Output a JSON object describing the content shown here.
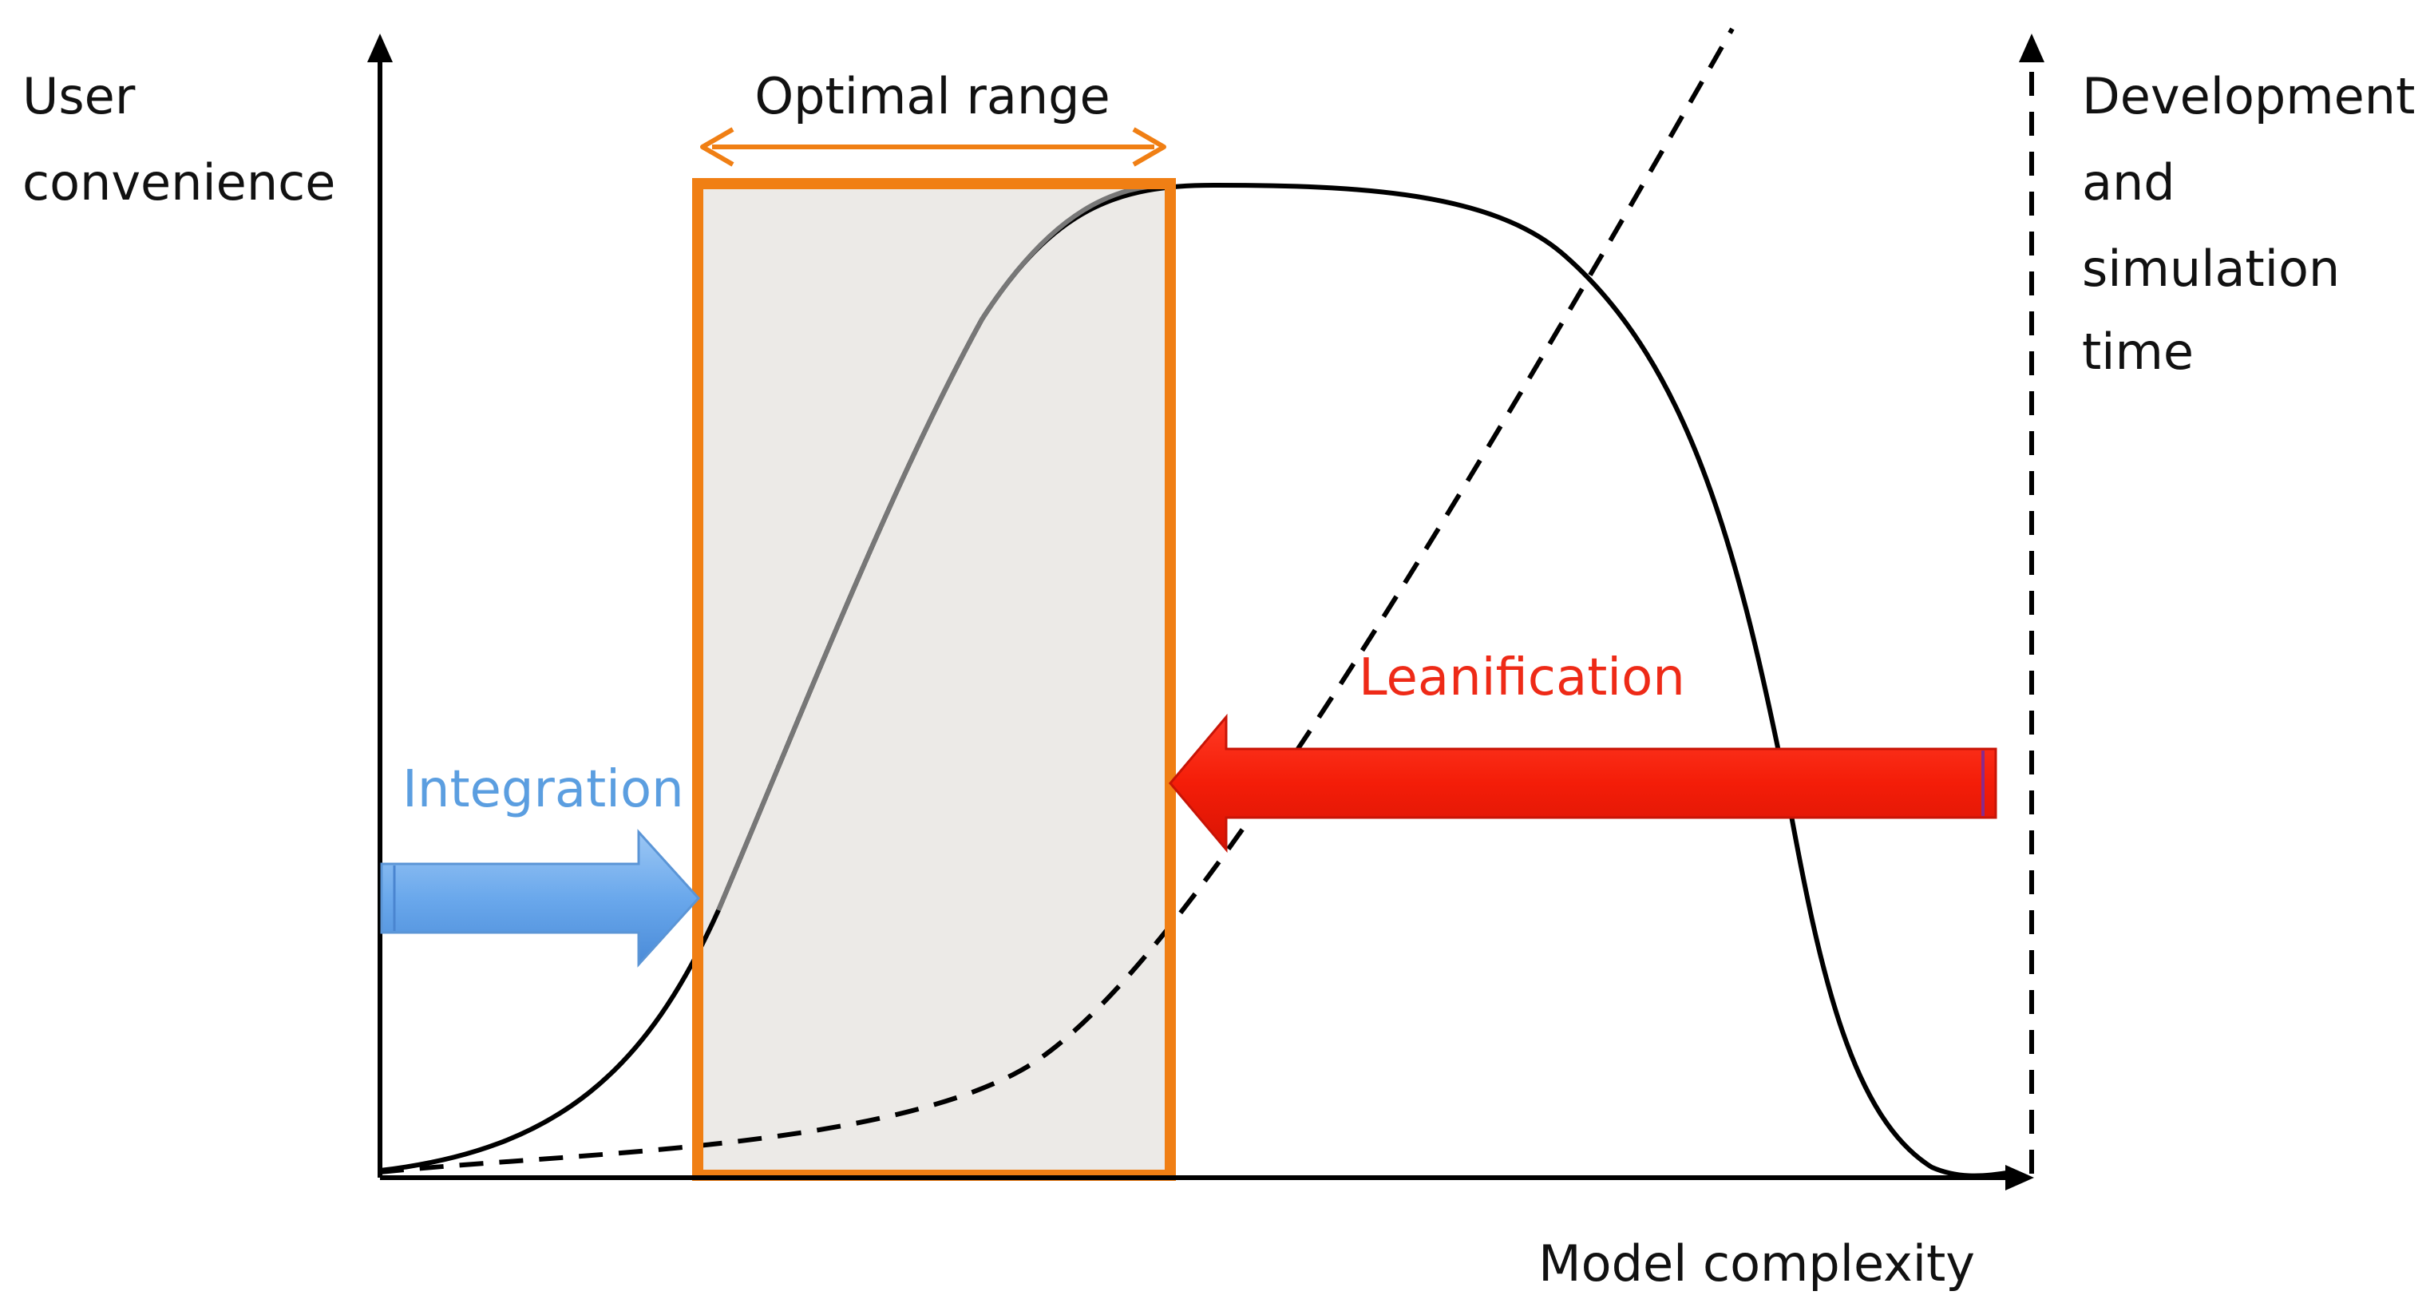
{
  "labels": {
    "left_axis": [
      "User",
      "convenience"
    ],
    "right_axis": [
      "Development",
      "and",
      "simulation",
      "time"
    ],
    "x_axis": "Model complexity",
    "optimal_range": "Optimal range",
    "integration": "Integration",
    "leanification": "Leanification"
  },
  "colors": {
    "axis": "#000000",
    "optimal_range_border": "#f07f14",
    "optimal_range_fill": "#eceae7",
    "integration_arrow": "#6aa8ec",
    "integration_text": "#5b9ee0",
    "leanification_arrow": "#f41d08",
    "leanification_text": "#ee2a17",
    "convenience_curve": "#000000",
    "time_curve": "#000000"
  }
}
